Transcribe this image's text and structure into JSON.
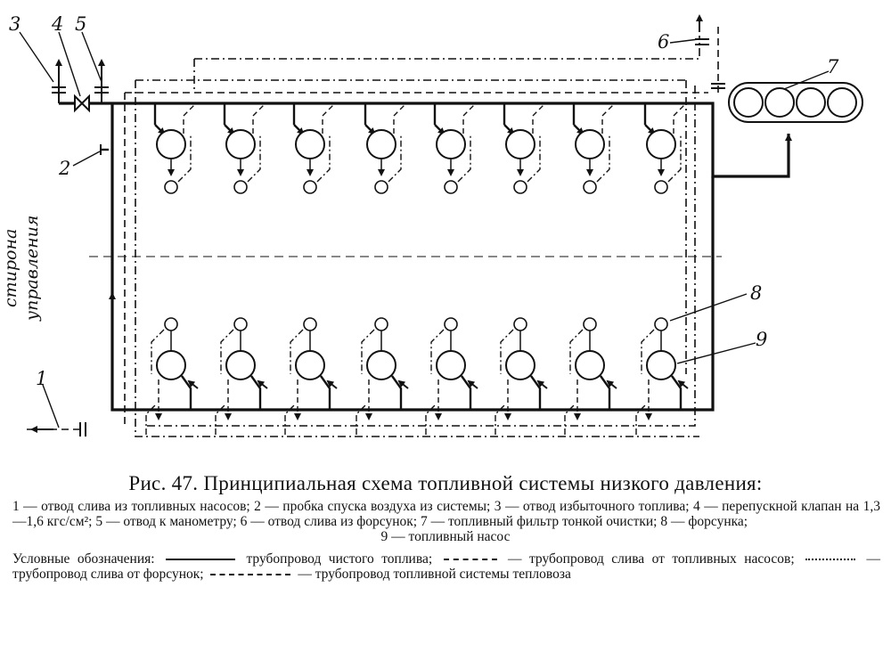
{
  "diagram": {
    "labels": [
      "1",
      "2",
      "3",
      "4",
      "5",
      "6",
      "7",
      "8",
      "9"
    ],
    "side_label": [
      "стирона",
      "управления"
    ]
  },
  "caption": {
    "title": "Рис. 47. Принципиальная схема топливной системы низкого давления:",
    "items": "1 — отвод слива из топливных насосов; 2 — пробка спуска воздуха из системы; 3 — отвод избыточного топлива; 4 — перепускной клапан на 1,3—1,6 кгс/см²; 5 — отвод к манометру; 6 — отвод слива из форсунок; 7 — топливный фильтр тонкой очистки; 8 — форсунка;",
    "items_last": "9 — топливный насос",
    "legend_prefix": "Условные обозначения:",
    "legend_1": "трубопровод чистого топлива;",
    "legend_2": "— трубопровод слива от топливных насосов;",
    "legend_3": "— трубопровод слива от форсунок;",
    "legend_4": "— трубопровод топливной системы тепловоза"
  }
}
